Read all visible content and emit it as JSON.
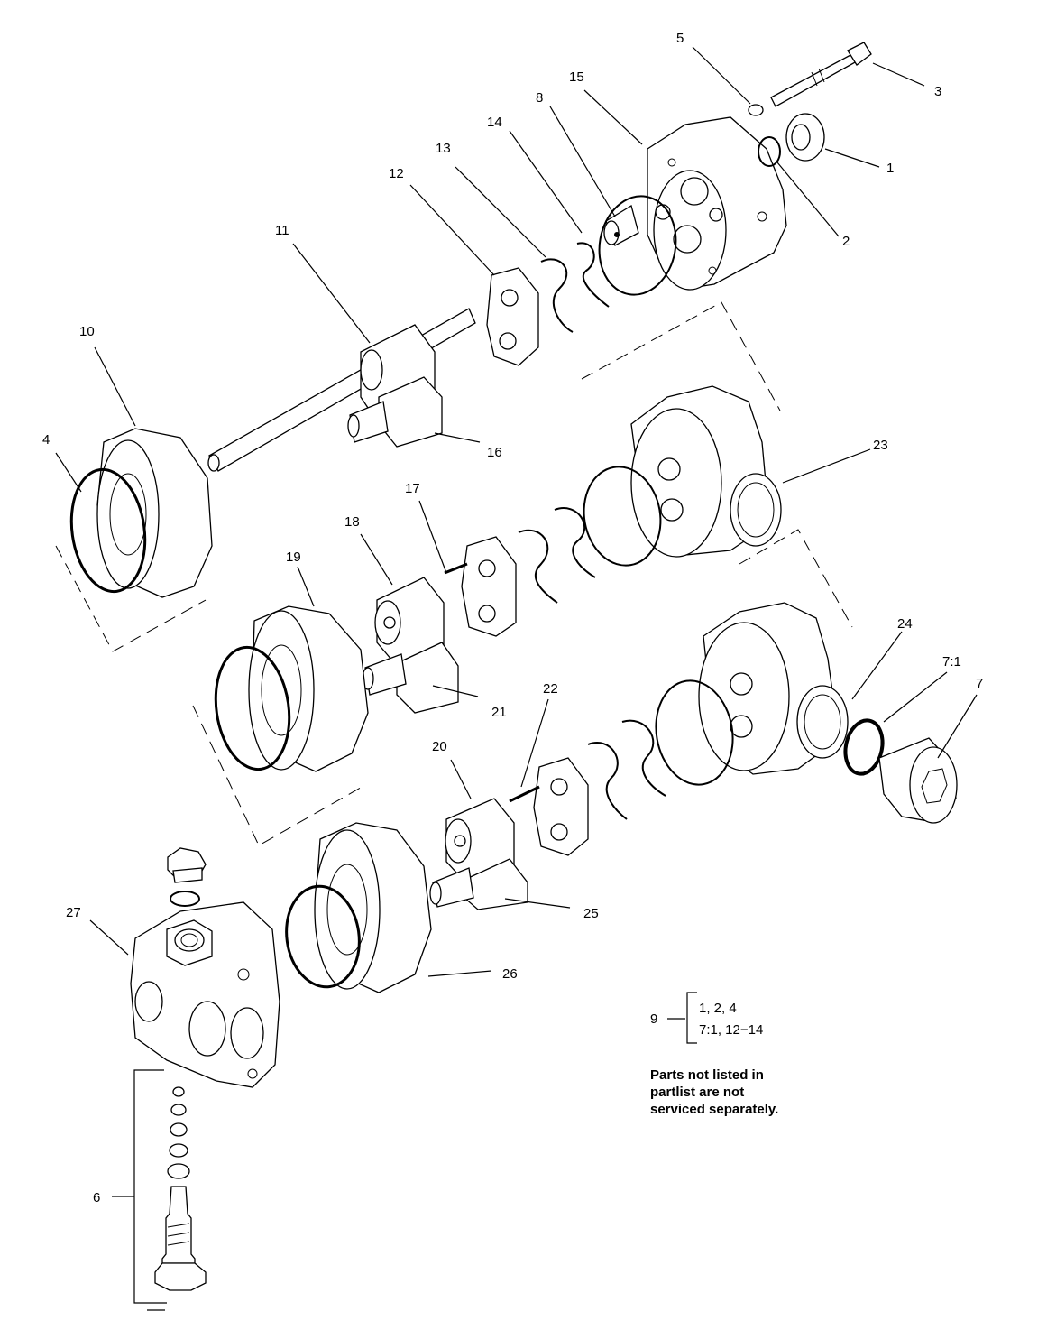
{
  "callouts": {
    "c1": "1",
    "c2": "2",
    "c3": "3",
    "c4": "4",
    "c5": "5",
    "c6": "6",
    "c7": "7",
    "c7_1": "7:1",
    "c8": "8",
    "c10": "10",
    "c11": "11",
    "c12": "12",
    "c13": "13",
    "c14": "14",
    "c15": "15",
    "c16": "16",
    "c17": "17",
    "c18": "18",
    "c19": "19",
    "c20": "20",
    "c21": "21",
    "c22": "22",
    "c23": "23",
    "c24": "24",
    "c25": "25",
    "c26": "26",
    "c27": "27"
  },
  "kit": {
    "number": "9",
    "items": [
      "1, 2, 4",
      "7:1, 12−14"
    ]
  },
  "note": {
    "lines": [
      "Parts not listed in",
      "partlist are not",
      "serviced separately."
    ]
  }
}
